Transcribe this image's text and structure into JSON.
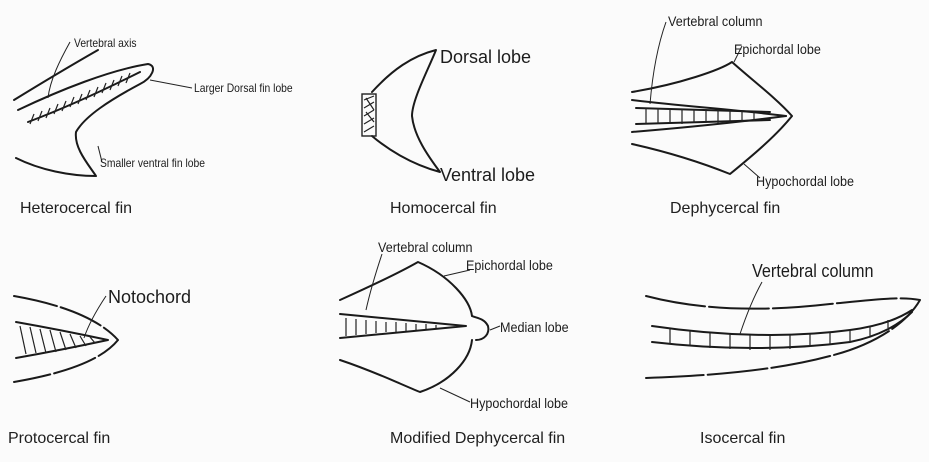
{
  "panels": [
    {
      "caption": "Heterocercal fin",
      "labels": {
        "vertebral_axis": "Vertebral axis",
        "larger_dorsal": "Larger Dorsal fin lobe",
        "smaller_ventral": "Smaller ventral fin lobe"
      }
    },
    {
      "caption": "Homocercal fin",
      "labels": {
        "dorsal_lobe": "Dorsal lobe",
        "ventral_lobe": "Ventral lobe"
      }
    },
    {
      "caption": "Dephycercal fin",
      "labels": {
        "vertebral_column": "Vertebral column",
        "epichordal_lobe": "Epichordal lobe",
        "hypochordal_lobe": "Hypochordal lobe"
      }
    },
    {
      "caption": "Protocercal fin",
      "labels": {
        "notochord": "Notochord"
      }
    },
    {
      "caption": "Modified Dephycercal fin",
      "labels": {
        "vertebral_column": "Vertebral column",
        "epichordal_lobe": "Epichordal lobe",
        "median_lobe": "Median lobe",
        "hypochordal_lobe": "Hypochordal lobe"
      }
    },
    {
      "caption": "Isocercal fin",
      "labels": {
        "vertebral_column": "Vertebral column"
      }
    }
  ]
}
